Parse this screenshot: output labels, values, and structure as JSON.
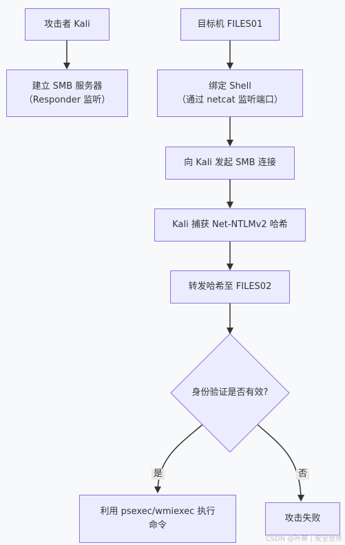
{
  "nodes": {
    "attacker": "攻击者 Kali",
    "target": "目标机 FILES01",
    "smb_server": "建立 SMB 服务器\n（Responder 监听）",
    "bind_shell": "绑定 Shell\n（通过 netcat 监听端口）",
    "smb_connect": "向 Kali 发起 SMB 连接",
    "capture_hash": "Kali 捕获 Net-NTLMv2 哈希",
    "relay_hash": "转发哈希至 FILES02",
    "decision": "身份验证是否有效?",
    "exec": "利用 psexec/wmiexec 执行\n命令",
    "fail": "攻击失败"
  },
  "edges": {
    "yes": "是",
    "no": "否"
  },
  "watermark": "CSDN @叶寒 | 安全世界",
  "colors": {
    "node_fill": "#ececff",
    "node_border": "#9370db",
    "edge": "#333333",
    "background": "#f8f9fb"
  }
}
